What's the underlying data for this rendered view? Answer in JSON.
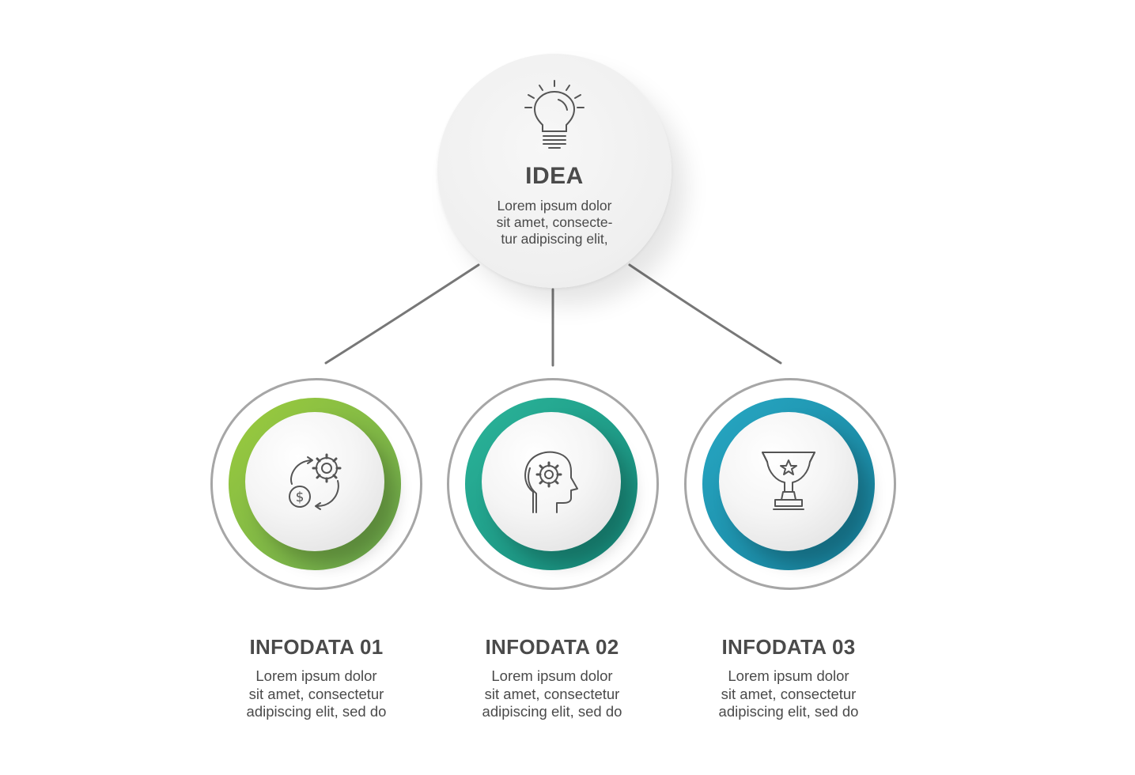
{
  "idea": {
    "title": "IDEA",
    "text_lines": [
      "Lorem ipsum dolor",
      "sit amet, consecte-",
      "tur adipiscing elit,"
    ],
    "icon": "lightbulb-icon"
  },
  "items": [
    {
      "title": "INFODATA 01",
      "text_lines": [
        "Lorem ipsum dolor",
        "sit amet, consectetur",
        "adipiscing elit, sed do"
      ],
      "icon": "money-gear-cycle-icon",
      "color_start": "#9ccc3c",
      "color_end": "#6aa84f"
    },
    {
      "title": "INFODATA 02",
      "text_lines": [
        "Lorem ipsum dolor",
        "sit amet, consectetur",
        "adipiscing elit, sed do"
      ],
      "icon": "head-gear-icon",
      "color_start": "#2bb59a",
      "color_end": "#16897a"
    },
    {
      "title": "INFODATA 03",
      "text_lines": [
        "Lorem ipsum dolor",
        "sit amet, consectetur",
        "adipiscing elit, sed do"
      ],
      "icon": "trophy-icon",
      "color_start": "#27a8c4",
      "color_end": "#177f99"
    }
  ]
}
